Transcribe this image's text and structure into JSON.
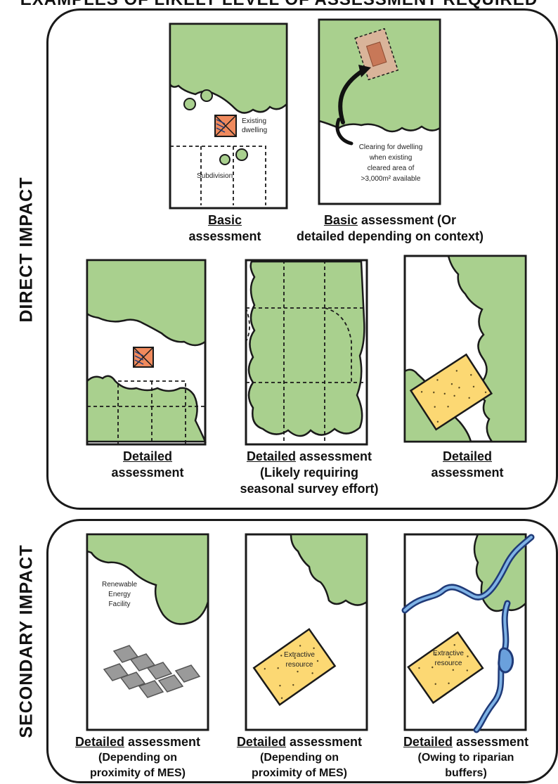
{
  "header": {
    "title": "EXAMPLES OF LIKELY LEVEL OF ASSESSMENT REQUIRED"
  },
  "sections": {
    "direct": {
      "label": "DIRECT IMPACT"
    },
    "secondary": {
      "label": "SECONDARY IMPACT"
    }
  },
  "tiles": {
    "d1": {
      "labels": {
        "existing1": "Existing",
        "existing2": "dwelling",
        "subdivision": "Subdivision"
      },
      "caption": {
        "emph": "Basic",
        "line2": "assessment"
      }
    },
    "d2": {
      "labels": {
        "l1": "Clearing  for dwelling",
        "l2": "when existing",
        "l3": "cleared area of",
        "l4": ">3,000m² available"
      },
      "caption": {
        "emph": "Basic",
        "rest": " assessment (Or",
        "line2": "detailed depending on context)"
      }
    },
    "d3": {
      "caption": {
        "emph": "Detailed",
        "line2": "assessment"
      }
    },
    "d4": {
      "caption": {
        "emph": "Detailed",
        "rest": " assessment",
        "line2": "(Likely requiring",
        "line3": "seasonal survey effort)"
      }
    },
    "d5": {
      "caption": {
        "emph": "Detailed",
        "line2": "assessment"
      }
    },
    "s1": {
      "labels": {
        "l1": "Renewable",
        "l2": "Energy",
        "l3": "Facility"
      },
      "caption": {
        "emph": "Detailed",
        "rest": " assessment",
        "line2": "(Depending on",
        "line3": "proximity of MES)"
      }
    },
    "s2": {
      "labels": {
        "l1": "Extractive",
        "l2": "resource"
      },
      "caption": {
        "emph": "Detailed",
        "rest": " assessment",
        "line2": "(Depending on",
        "line3": "proximity of MES)"
      }
    },
    "s3": {
      "labels": {
        "l1": "Extractive",
        "l2": "resource"
      },
      "caption": {
        "emph": "Detailed",
        "rest": " assessment",
        "line2": "(Owing to riparian",
        "line3": "buffers)"
      }
    }
  },
  "colors": {
    "vegetation": "#a9d08e",
    "vegetation_edge": "#1a1a1a",
    "dwelling": "#f08a5d",
    "extractive": "#fcd873",
    "water": "#3a6fb5",
    "panel": "#9a9a9a"
  }
}
